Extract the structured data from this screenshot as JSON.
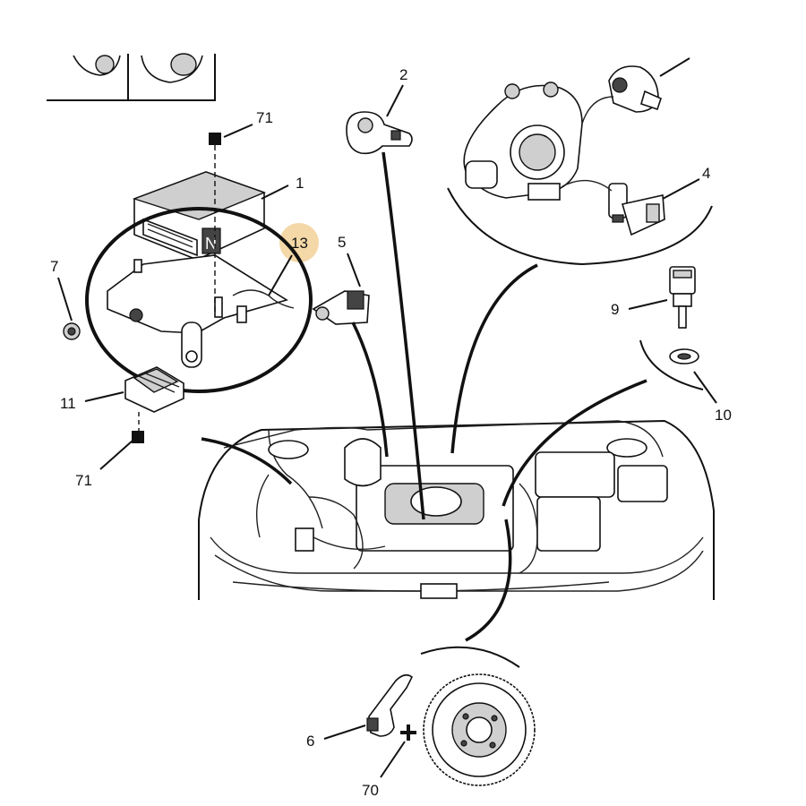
{
  "callouts": {
    "c1": "1",
    "c2": "2",
    "c4": "4",
    "c5": "5",
    "c6": "6",
    "c7": "7",
    "c9": "9",
    "c10": "10",
    "c11": "11",
    "c13": "13",
    "c70": "70",
    "c71_top": "71",
    "c71_bottom": "71"
  },
  "highlight_color": "#f5d8a8"
}
